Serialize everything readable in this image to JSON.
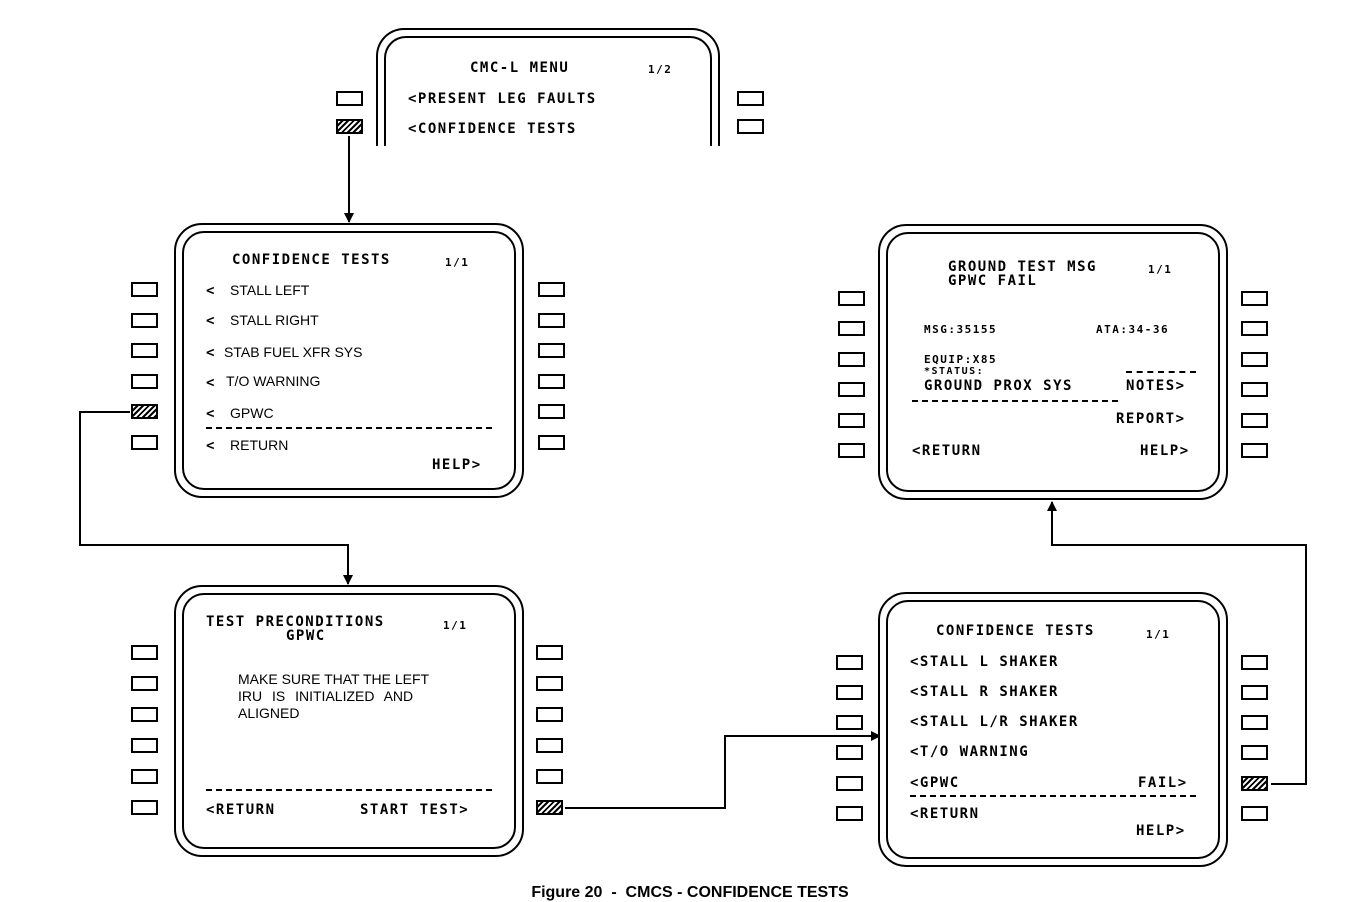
{
  "screen_menu": {
    "title": "CMC-L MENU",
    "page": "1/2",
    "items": [
      "<PRESENT LEG FAULTS",
      "<CONFIDENCE TESTS"
    ]
  },
  "screen_conf1": {
    "title": "CONFIDENCE TESTS",
    "page": "1/1",
    "items": [
      "STALL LEFT",
      "STALL RIGHT",
      "STAB FUEL XFR SYS",
      "T/O WARNING",
      "GPWC"
    ],
    "return": "RETURN",
    "help": "HELP>"
  },
  "screen_precond": {
    "title": "TEST PRECONDITIONS",
    "page": "1/1",
    "subtitle": "GPWC",
    "lines": [
      "MAKE SURE THAT THE LEFT",
      "IRU IS INITIALIZED AND",
      "ALIGNED"
    ],
    "return": "<RETURN",
    "start": "START TEST>"
  },
  "screen_conf2": {
    "title": "CONFIDENCE TESTS",
    "page": "1/1",
    "items": [
      "<STALL L SHAKER",
      "<STALL R SHAKER",
      "<STALL L/R SHAKER",
      "<T/O WARNING",
      "<GPWC"
    ],
    "fail": "FAIL>",
    "return": "<RETURN",
    "help": "HELP>"
  },
  "screen_ground": {
    "title": "GROUND TEST MSG",
    "page": "1/1",
    "subtitle": "GPWC FAIL",
    "msg": "MSG:35155",
    "ata": "ATA:34-36",
    "equip": "EQUIP:X85",
    "status_label": "*STATUS:",
    "status_value": "GROUND PROX SYS",
    "notes": "NOTES>",
    "report": "REPORT>",
    "return": "<RETURN",
    "help": "HELP>"
  },
  "caption": "Figure 20  -  CMCS - CONFIDENCE TESTS"
}
